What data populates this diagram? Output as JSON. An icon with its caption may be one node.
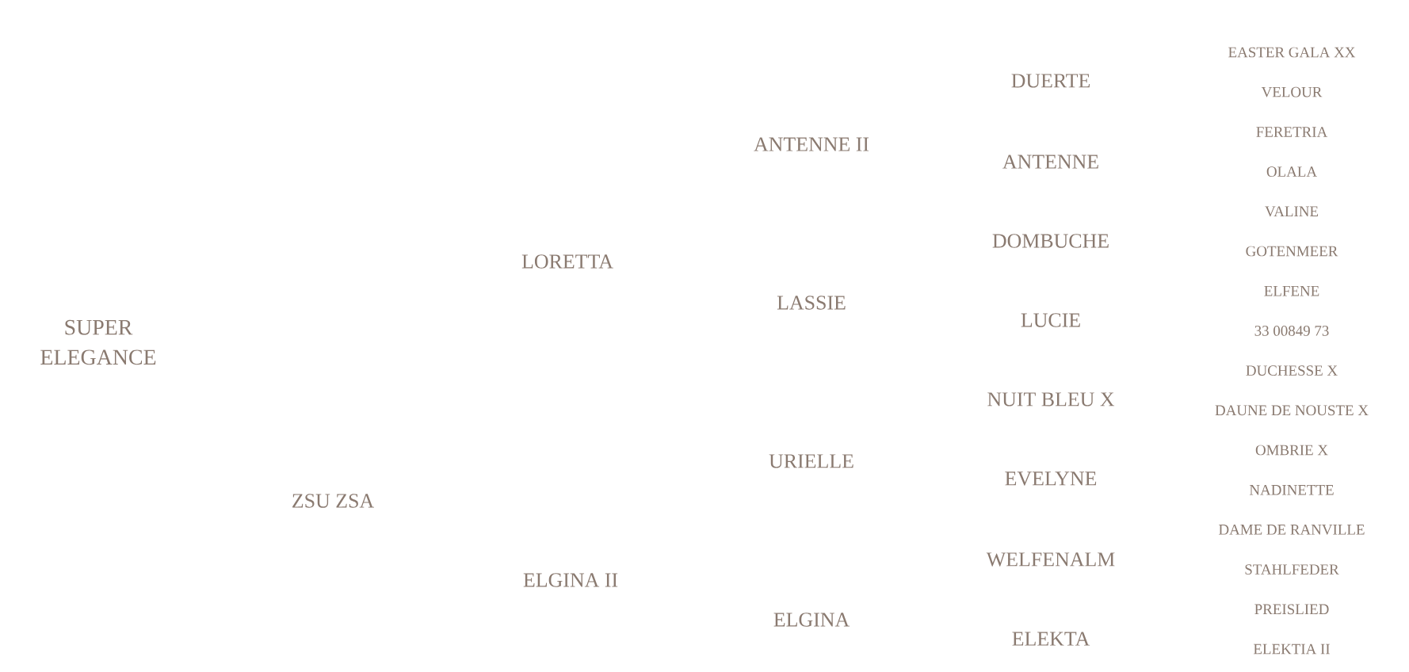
{
  "diagram": {
    "labels": [
      "SUPER ELEGANCE",
      "ZSU ZSA",
      "LORETTA",
      "ELGINA II",
      "ANTENNE II",
      "LASSIE",
      "URIELLE",
      "ELGINA",
      "DUERTE",
      "ANTENNE",
      "DOMBUCHE",
      "LUCIE",
      "NUIT BLEU X",
      "EVELYNE",
      "WELFENALM",
      "ELEKTA",
      "EASTER GALA XX",
      "VELOUR",
      "FERETRIA",
      "OLALA",
      "VALINE",
      "GOTENMEER",
      "ELFENE",
      "33 00849 73",
      "DUCHESSE X",
      "DAUNE DE NOUSTE X",
      "OMBRIE X",
      "NADINETTE",
      "DAME DE RANVILLE",
      "STAHLFEDER",
      "PREISLIED",
      "ELEKTIA II"
    ]
  }
}
